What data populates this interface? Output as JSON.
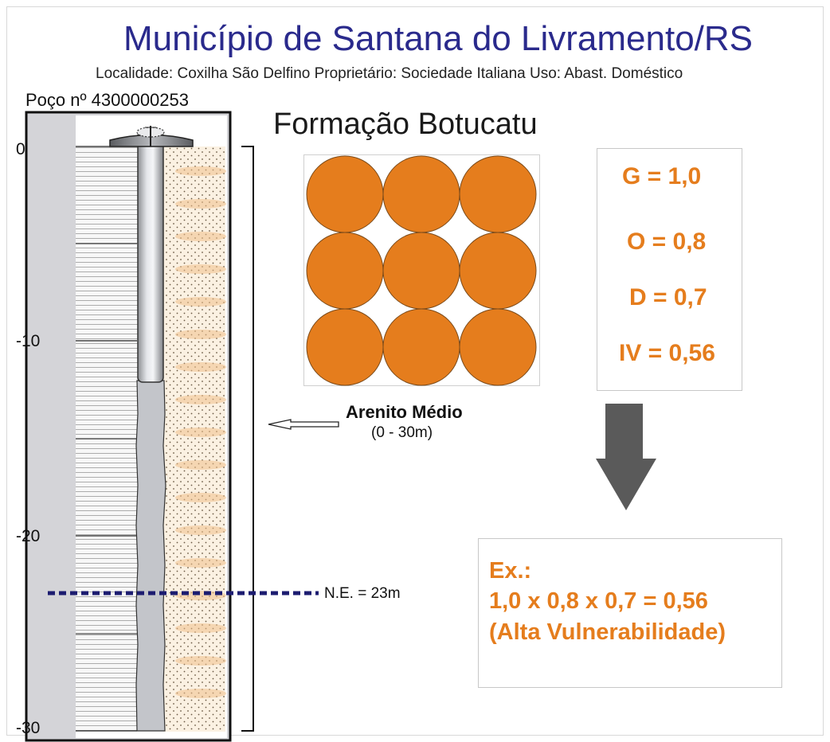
{
  "title": "Município de Santana do Livramento/RS",
  "subtitle": "Localidade: Coxilha São Delfino Proprietário: Sociedade Italiana Uso: Abast. Doméstico",
  "well_label": "Poço nº 4300000253",
  "formation": "Formação Botucatu",
  "depth_ticks": [
    "0",
    "-10",
    "-20",
    "-30"
  ],
  "geology_unit": {
    "name": "Arenito Médio",
    "range": "(0 - 30m)"
  },
  "water_level": {
    "label": "N.E. = 23m",
    "depth_m": 23
  },
  "grain_grid": {
    "rows": 3,
    "cols": 3,
    "color": "#e57d1d"
  },
  "indices": {
    "g": "G = 1,0",
    "o": "O = 0,8",
    "d": "D = 0,7",
    "iv": "IV = 0,56"
  },
  "example": {
    "heading": "Ex.:",
    "calc": "1,0 x 0,8 x 0,7 = 0,56",
    "result": "(Alta Vulnerabilidade)"
  },
  "colors": {
    "title": "#2a2a8c",
    "accent": "#e57d1d",
    "water_level": "#1c1c70",
    "arrow": "#5a5a5a"
  }
}
